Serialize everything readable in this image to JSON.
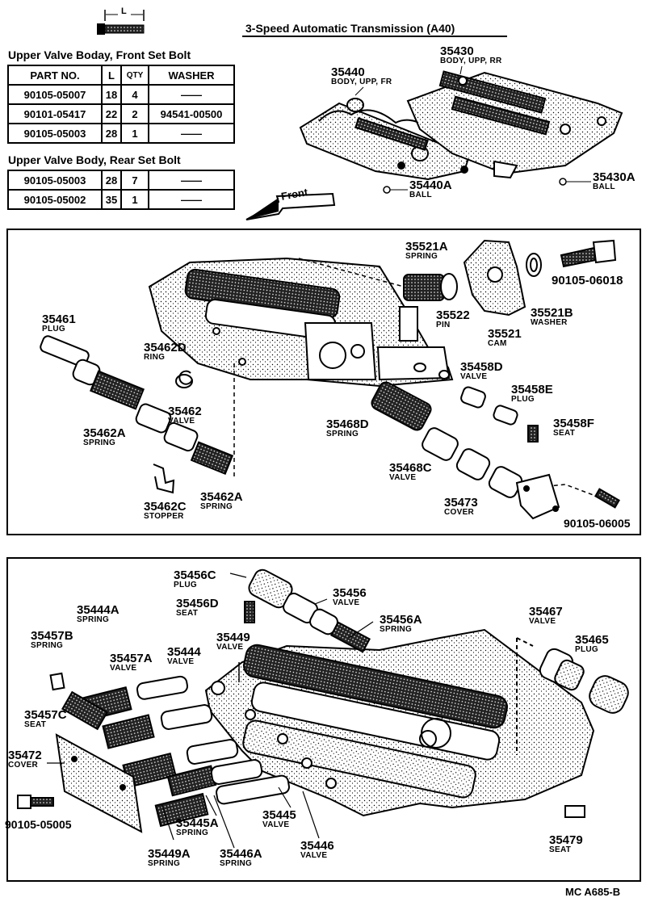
{
  "header": {
    "bolt_dim_label": "L",
    "title": "3-Speed Automatic Transmission (A40)",
    "front_arrow_label": "Front",
    "footer_code": "MC A685-B"
  },
  "front_table": {
    "heading": "Upper Valve Boday, Front Set Bolt",
    "columns": [
      "PART NO.",
      "L",
      "QTY",
      "WASHER"
    ],
    "rows": [
      [
        "90105-05007",
        "18",
        "4",
        "——"
      ],
      [
        "90101-05417",
        "22",
        "2",
        "94541-00500"
      ],
      [
        "90105-05003",
        "28",
        "1",
        "——"
      ]
    ]
  },
  "rear_table": {
    "heading": "Upper Valve Body, Rear Set Bolt",
    "rows": [
      [
        "90105-05003",
        "28",
        "7",
        "——"
      ],
      [
        "90105-05002",
        "35",
        "1",
        "——"
      ]
    ]
  },
  "callouts": {
    "top": [
      {
        "num": "35430",
        "name": "BODY, UPP, RR"
      },
      {
        "num": "35440",
        "name": "BODY, UPP, FR"
      },
      {
        "num": "35440A",
        "name": "BALL"
      },
      {
        "num": "35430A",
        "name": "BALL"
      }
    ],
    "middle": [
      {
        "num": "35521A",
        "name": "SPRING"
      },
      {
        "num": "90105-06018",
        "name": ""
      },
      {
        "num": "35522",
        "name": "PIN"
      },
      {
        "num": "35521B",
        "name": "WASHER"
      },
      {
        "num": "35521",
        "name": "CAM"
      },
      {
        "num": "35461",
        "name": "PLUG"
      },
      {
        "num": "35462D",
        "name": "RING"
      },
      {
        "num": "35458D",
        "name": "VALVE"
      },
      {
        "num": "35458E",
        "name": "PLUG"
      },
      {
        "num": "35462",
        "name": "VALVE"
      },
      {
        "num": "35462A",
        "name": "SPRING"
      },
      {
        "num": "35468D",
        "name": "SPRING"
      },
      {
        "num": "35458F",
        "name": "SEAT"
      },
      {
        "num": "35468C",
        "name": "VALVE"
      },
      {
        "num": "35462C",
        "name": "STOPPER"
      },
      {
        "num": "35462A",
        "name": "SPRING"
      },
      {
        "num": "35473",
        "name": "COVER"
      },
      {
        "num": "90105-06005",
        "name": ""
      }
    ],
    "bottom": [
      {
        "num": "35456C",
        "name": "PLUG"
      },
      {
        "num": "35456",
        "name": "VALVE"
      },
      {
        "num": "35456D",
        "name": "SEAT"
      },
      {
        "num": "35456A",
        "name": "SPRING"
      },
      {
        "num": "35444A",
        "name": "SPRING"
      },
      {
        "num": "35467",
        "name": "VALVE"
      },
      {
        "num": "35449",
        "name": "VALVE"
      },
      {
        "num": "35465",
        "name": "PLUG"
      },
      {
        "num": "35457B",
        "name": "SPRING"
      },
      {
        "num": "35457A",
        "name": "VALVE"
      },
      {
        "num": "35444",
        "name": "VALVE"
      },
      {
        "num": "35457C",
        "name": "SEAT"
      },
      {
        "num": "35472",
        "name": "COVER"
      },
      {
        "num": "90105-05005",
        "name": ""
      },
      {
        "num": "35445",
        "name": "VALVE"
      },
      {
        "num": "35445A",
        "name": "SPRING"
      },
      {
        "num": "35446",
        "name": "VALVE"
      },
      {
        "num": "35479",
        "name": "SEAT"
      },
      {
        "num": "35449A",
        "name": "SPRING"
      },
      {
        "num": "35446A",
        "name": "SPRING"
      }
    ]
  }
}
